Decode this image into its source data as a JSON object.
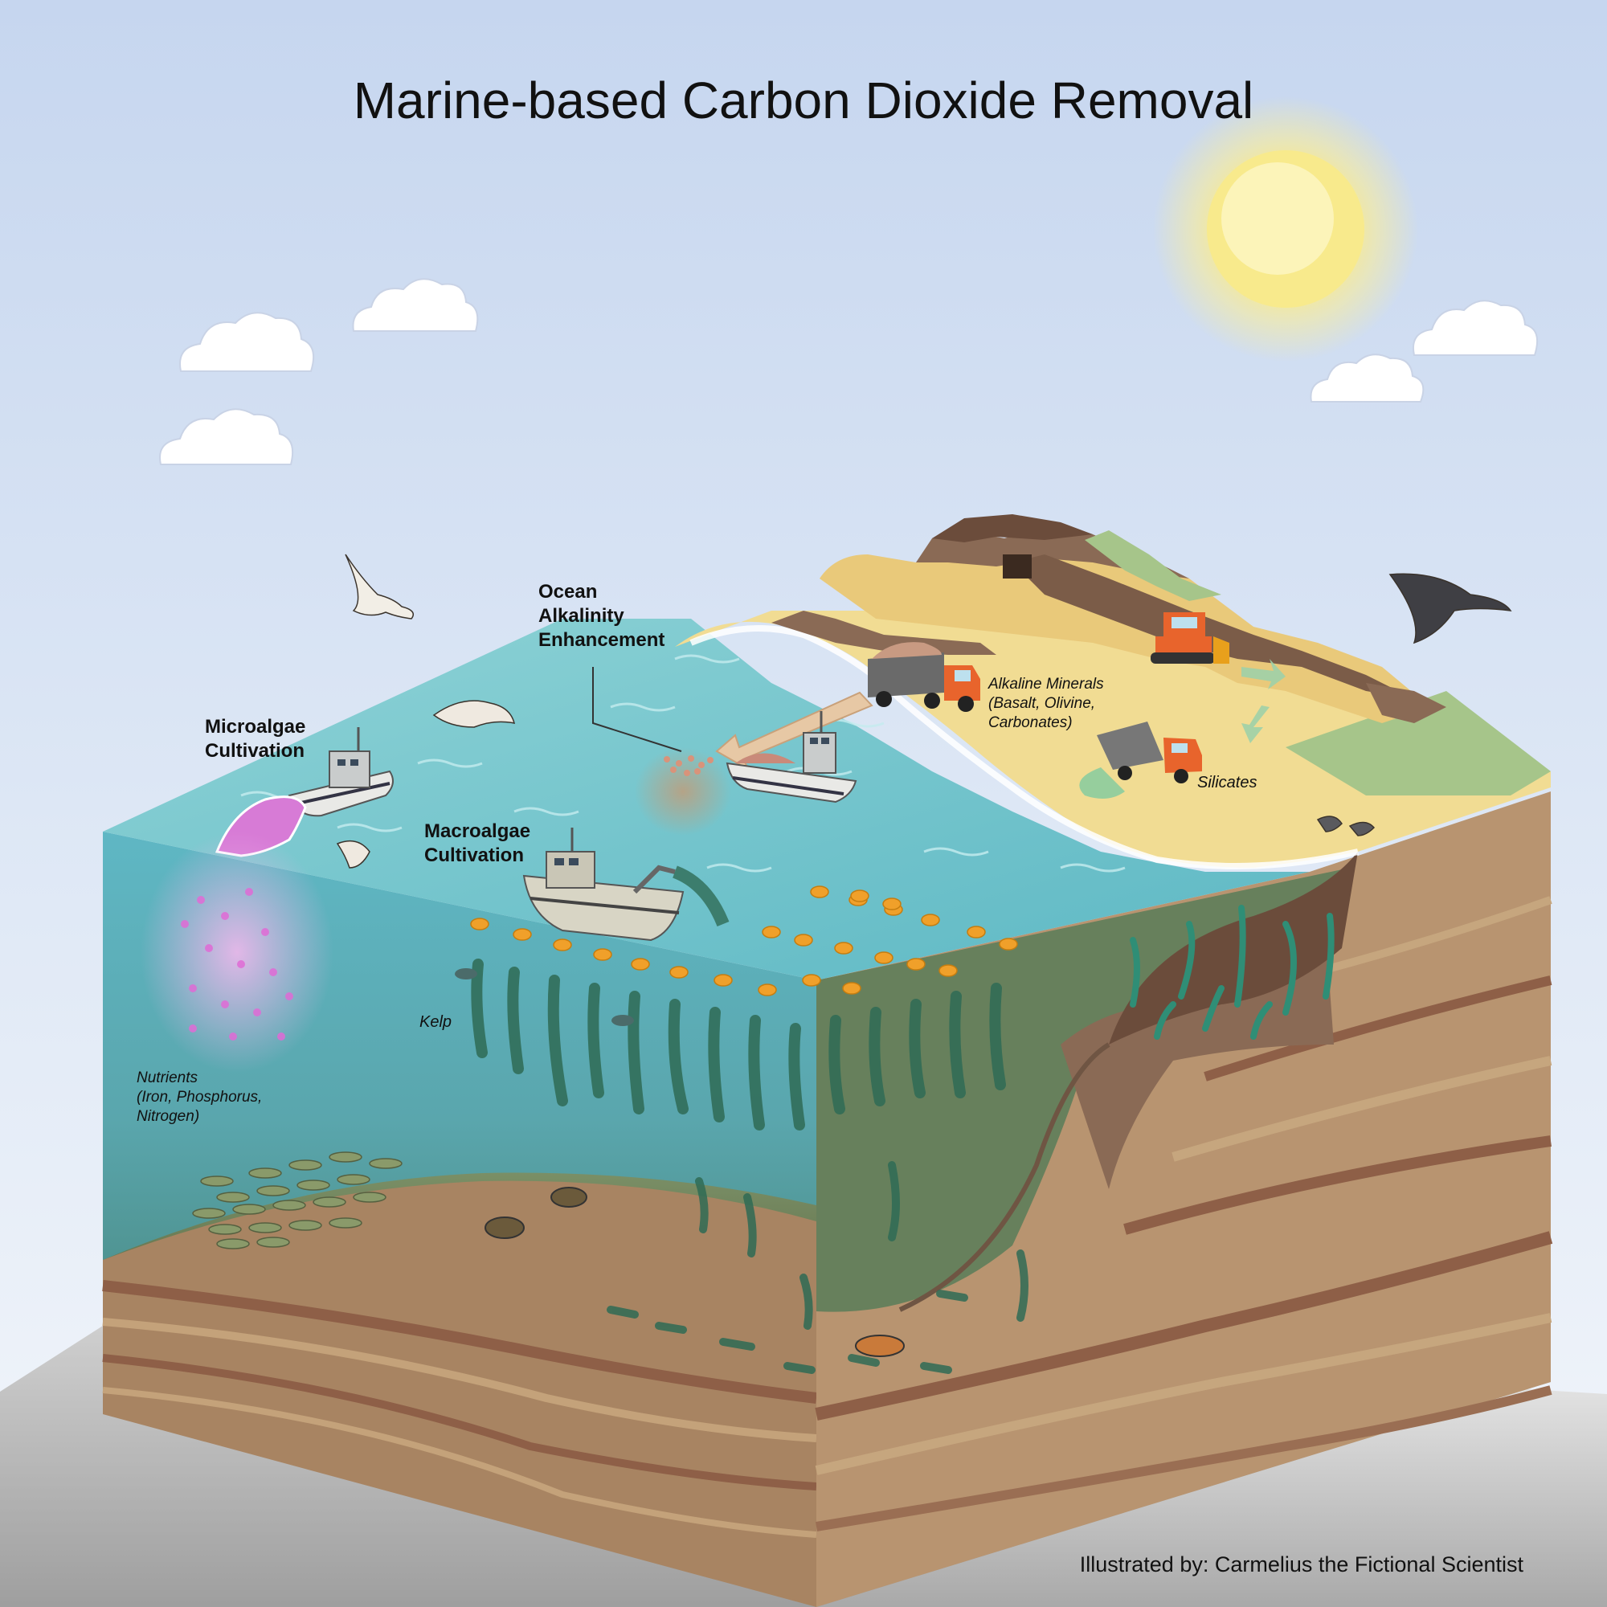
{
  "title": "Marine-based Carbon Dioxide Removal",
  "labels": {
    "ocean_alkalinity": [
      "Ocean",
      "Alkalinity",
      "Enhancement"
    ],
    "microalgae": [
      "Microalgae",
      "Cultivation"
    ],
    "macroalgae": [
      "Macroalgae",
      "Cultivation"
    ],
    "alkaline_minerals": [
      "Alkaline Minerals",
      "(Basalt, Olivine,",
      "Carbonates)"
    ],
    "silicates": "Silicates",
    "kelp": "Kelp",
    "nutrients": [
      "Nutrients",
      "(Iron, Phosphorus,",
      "Nitrogen)"
    ]
  },
  "credit": "Illustrated by: Carmelius the Fictional Scientist",
  "colors": {
    "sky_top": "#c6d6ef",
    "sky_bottom": "#eef3fa",
    "ocean_surface": "#7cc7cf",
    "water": "#5fb0bb",
    "sand": "#f1dc93",
    "rock": "#8a6a55",
    "soil": "#a88462",
    "truck_orange": "#e8642c",
    "buoy": "#f0a02a",
    "kelp": "#2f6b55",
    "microalgae": "#d77bd6"
  }
}
